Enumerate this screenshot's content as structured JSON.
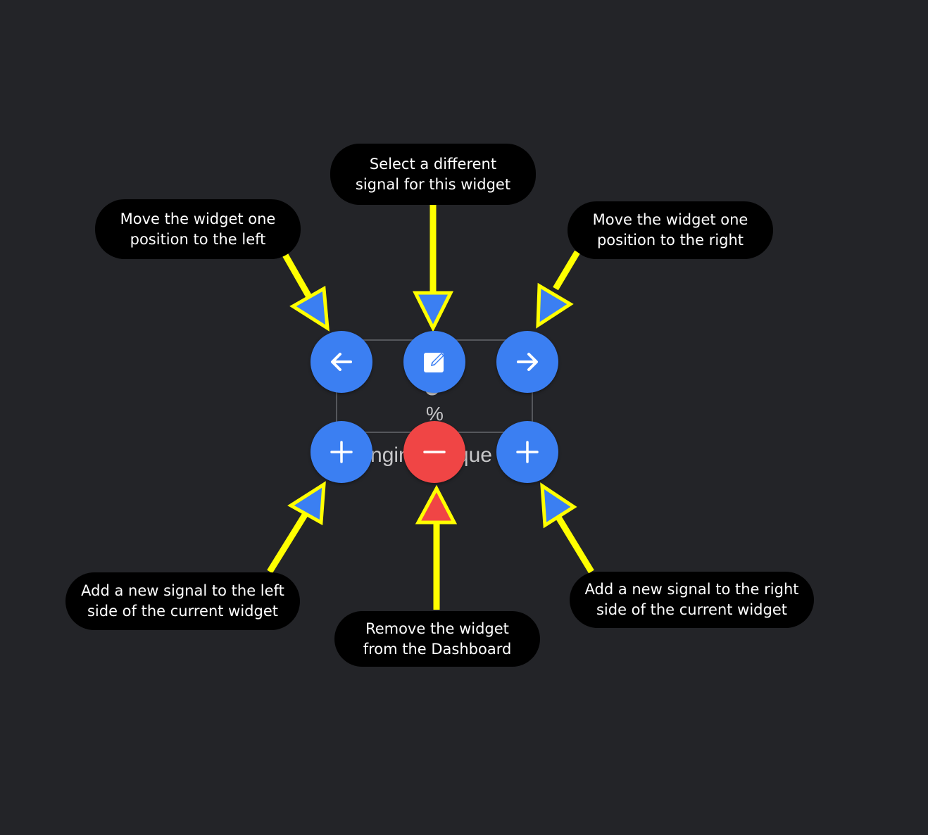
{
  "callouts": {
    "move_left": [
      "Move the widget one",
      "position to the left"
    ],
    "select_signal": [
      "Select a different",
      "signal for this widget"
    ],
    "move_right": [
      "Move the widget one",
      "position to the right"
    ],
    "add_left": [
      "Add a new signal to the left",
      "side of the current widget"
    ],
    "remove": [
      "Remove the widget",
      "from the Dashboard"
    ],
    "add_right": [
      "Add a new signal to the right",
      "side of the current widget"
    ]
  },
  "widget": {
    "value": "0",
    "unit": "%",
    "label": "Engine Torque"
  },
  "buttons": {
    "move_left_icon": "arrow-left-icon",
    "edit_icon": "edit-icon",
    "move_right_icon": "arrow-right-icon",
    "add_left_icon": "plus-icon",
    "remove_icon": "minus-icon",
    "add_right_icon": "plus-icon"
  },
  "colors": {
    "background": "#232428",
    "callout": "#000000",
    "button_blue": "#3b7ff2",
    "button_red": "#f04545",
    "annotation_arrow": "#ffff00"
  }
}
